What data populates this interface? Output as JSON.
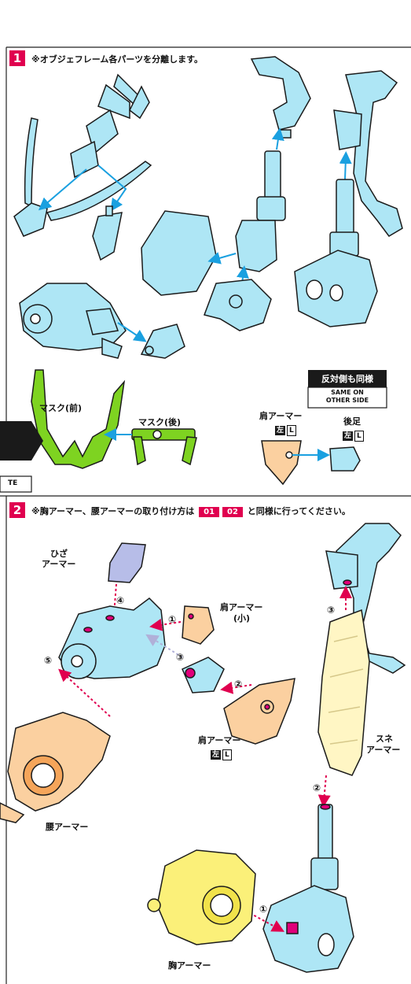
{
  "colors": {
    "accent": "#e0004f",
    "part_blue": "#aee6f5",
    "part_green": "#7ed321",
    "part_orange": "#fbd0a0",
    "part_yellow": "#fbf079",
    "part_cream": "#fff6c4",
    "part_lavender": "#b7bde8",
    "pin_magenta": "#e0007a",
    "arrow_blue": "#1aa0e0",
    "arrow_red": "#e0004f"
  },
  "step1": {
    "number": "1",
    "instruction": "※オブジェフレーム各パーツを分離します。",
    "same_other_side_jp": "反対側も同様",
    "same_other_side_en_1": "SAME ON",
    "same_other_side_en_2": "OTHER SIDE",
    "mask_front": "マスク(前)",
    "mask_back": "マスク(後)",
    "shoulder_armor": "肩アーマー",
    "shoulder_badge_jp": "左",
    "shoulder_badge_en": "L",
    "rear_leg": "後足",
    "rear_leg_badge_jp": "左",
    "rear_leg_badge_en": "L",
    "side_tab": "TE"
  },
  "step2": {
    "number": "2",
    "instruction_pre": "※胸アーマー、腰アーマーの取り付け方は",
    "code1": "01",
    "code2": "02",
    "instruction_post": "と同様に行ってください。",
    "knee_armor_1": "ひざ",
    "knee_armor_2": "アーマー",
    "shoulder_small_1": "肩アーマー",
    "shoulder_small_2": "(小)",
    "shoulder_armor": "肩アーマー",
    "shoulder_badge_jp": "左",
    "shoulder_badge_en": "L",
    "shin_armor_1": "スネ",
    "shin_armor_2": "アーマー",
    "waist_armor": "腰アーマー",
    "chest_armor": "胸アーマー",
    "marks": [
      "①",
      "②",
      "③",
      "④",
      "⑤"
    ]
  }
}
